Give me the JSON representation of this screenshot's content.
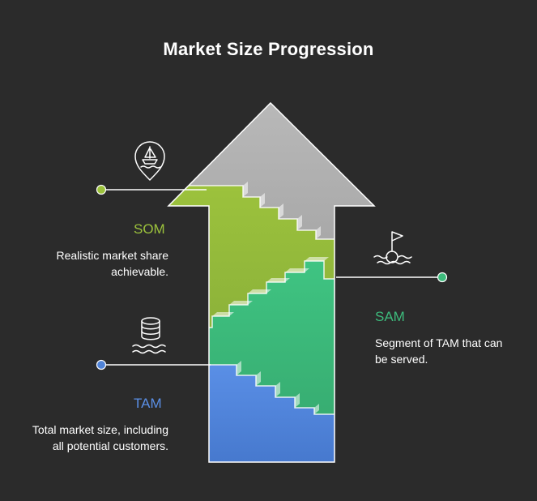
{
  "title": "Market Size Progression",
  "segments": {
    "som": {
      "label": "SOM",
      "description_line1": "Realistic market share",
      "description_line2": "achievable.",
      "color": "#86b238"
    },
    "sam": {
      "label": "SAM",
      "description_line1": "Segment of TAM that can",
      "description_line2": "be served.",
      "color": "#3dbb7c"
    },
    "tam": {
      "label": "TAM",
      "description_line1": "Total market size, including",
      "description_line2": "all potential customers.",
      "color": "#4f82d6"
    }
  },
  "icons": {
    "som": "sailboat-pin-icon",
    "sam": "flag-buoy-icon",
    "tam": "database-waves-icon"
  },
  "colors": {
    "background": "#2b2b2b",
    "arrow_head": "#a8a8a8",
    "outline": "#ffffff"
  }
}
